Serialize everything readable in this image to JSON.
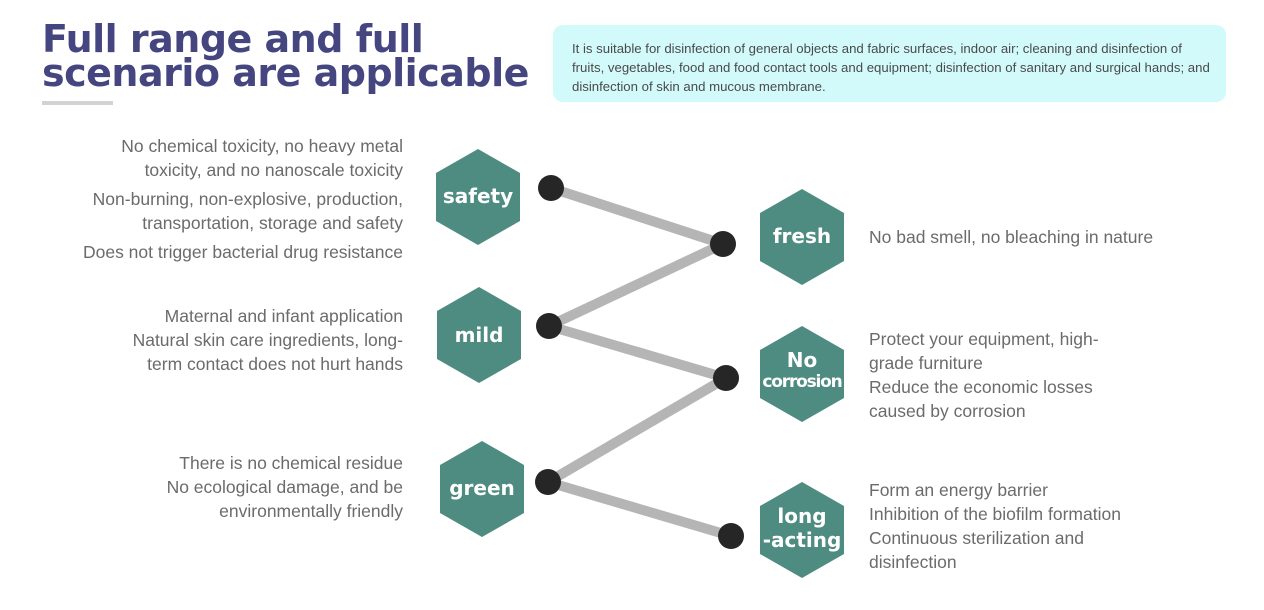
{
  "header": {
    "title_lines": [
      "Full range and full",
      "scenario are applicable"
    ],
    "description": "It is suitable for disinfection of general objects and fabric surfaces, indoor air; cleaning and disinfection of fruits, vegetables, food and food contact tools and equipment; disinfection of sanitary and surgical hands; and disinfection of skin and mucous membrane."
  },
  "colors": {
    "title": "#454680",
    "hexagon": "#4e8c82",
    "connector": "#b5b5b5",
    "node": "#262626",
    "description_bg": "#d3fafa",
    "body_text": "#6b6b6b"
  },
  "left_features": [
    {
      "label": "safety",
      "lines": [
        "No chemical toxicity, no heavy metal",
        "toxicity, and no nanoscale toxicity",
        "Non-burning, non-explosive, production,",
        "transportation, storage and safety",
        "Does not trigger bacterial drug resistance"
      ]
    },
    {
      "label": "mild",
      "lines": [
        "Maternal and infant application",
        "Natural skin care ingredients, long-",
        "term contact does not hurt hands"
      ]
    },
    {
      "label": "green",
      "lines": [
        "There is no chemical residue",
        "No ecological damage, and be",
        "environmentally friendly"
      ]
    }
  ],
  "right_features": [
    {
      "label_lines": [
        "fresh"
      ],
      "lines": [
        "No bad smell, no bleaching in nature"
      ]
    },
    {
      "label_lines": [
        "No",
        "corrosion"
      ],
      "lines": [
        "Protect your equipment, high-",
        "grade furniture",
        "Reduce the economic losses",
        "caused by corrosion"
      ]
    },
    {
      "label_lines": [
        "long",
        "-acting"
      ],
      "lines": [
        "Form an energy barrier",
        "Inhibition of the biofilm formation",
        "Continuous sterilization and",
        "disinfection"
      ]
    }
  ]
}
